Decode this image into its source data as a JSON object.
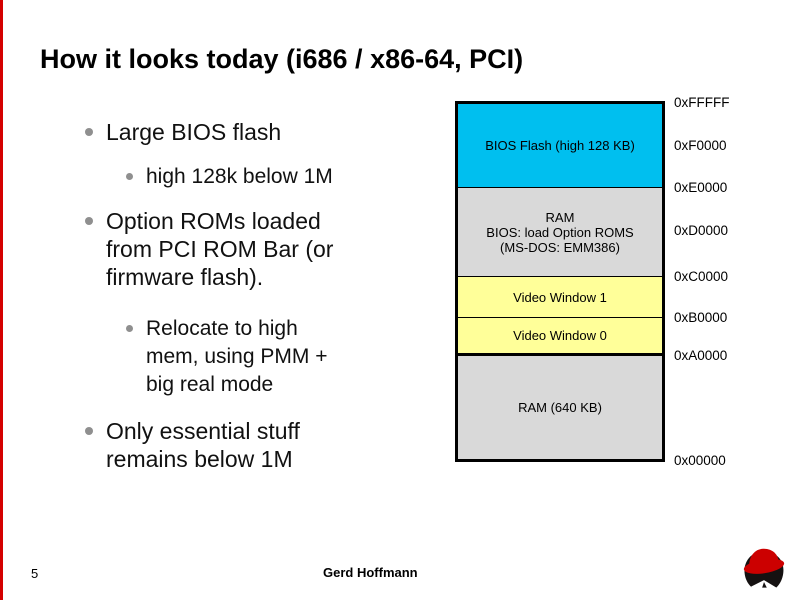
{
  "slide": {
    "title": "How it looks today (i686 / x86-64, PCI)",
    "page_number": "5",
    "author": "Gerd Hoffmann"
  },
  "bullets": {
    "items": [
      {
        "level": 1,
        "text": "Large BIOS flash"
      },
      {
        "level": 2,
        "text": "high 128k below 1M"
      },
      {
        "level": 1,
        "text": "Option ROMs loaded from PCI ROM Bar (or firmware flash)."
      },
      {
        "level": 2,
        "text": "Relocate to high mem, using PMM + big real mode"
      },
      {
        "level": 1,
        "text": "Only essential stuff remains below 1M"
      }
    ]
  },
  "memory_map": {
    "blocks": [
      {
        "lines": [
          "BIOS Flash (high 128 KB)"
        ],
        "color": "#00bfef"
      },
      {
        "lines": [
          "RAM",
          "BIOS: load Option ROMS",
          "(MS-DOS: EMM386)"
        ],
        "color": "#d9d9d9"
      },
      {
        "lines": [
          "Video Window 1"
        ],
        "color": "#ffff99"
      },
      {
        "lines": [
          "Video Window 0"
        ],
        "color": "#ffff99"
      },
      {
        "lines": [
          "RAM (640 KB)"
        ],
        "color": "#d9d9d9"
      }
    ],
    "addresses": [
      "0xFFFFF",
      "0xF0000",
      "0xE0000",
      "0xD0000",
      "0xC0000",
      "0xB0000",
      "0xA0000",
      "0x00000"
    ]
  },
  "icons": {
    "logo": "redhat-shadowman-logo"
  },
  "colors": {
    "accent_red": "#d40000",
    "logo_red": "#cc0000",
    "block_cyan": "#00bfef",
    "block_gray": "#d9d9d9",
    "block_yellow": "#ffff99",
    "bullet_gray": "#8f8f8f"
  }
}
